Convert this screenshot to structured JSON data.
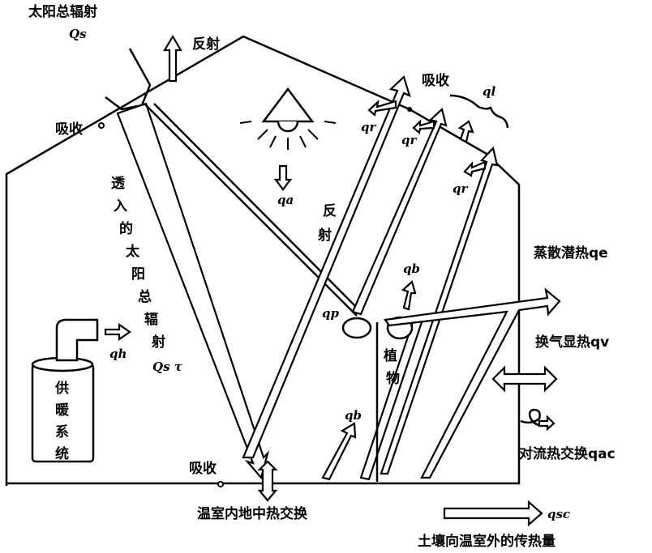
{
  "labels": {
    "solar_total": "太阳总辐射",
    "solar_symbol": "Qs",
    "reflect_top": "反射",
    "absorb_left": "吸收",
    "absorb_top": "吸收",
    "absorb_bottom": "吸收",
    "ql": "ql",
    "qr1": "qr",
    "qr2": "qr",
    "qr3": "qr",
    "qa": "qa",
    "reflect_vertical": [
      "反",
      "射"
    ],
    "transmitted": [
      "透",
      "入",
      "的",
      "太",
      "阳",
      "总",
      "辐",
      "射"
    ],
    "transmitted_symbol": "Qs τ",
    "qb_top": "qb",
    "qb_bottom": "qb",
    "qp": "qp",
    "plant": [
      "植",
      "物"
    ],
    "evap": "蒸散潜热qe",
    "vent": "换气显热qv",
    "conv": "对流热交换qac",
    "qh": "qh",
    "heating": [
      "供",
      "暖",
      "系",
      "统"
    ],
    "ground_exchange": "温室内地中热交换",
    "qsc": "qsc",
    "soil_loss": "土壤向温室外的传热量"
  }
}
